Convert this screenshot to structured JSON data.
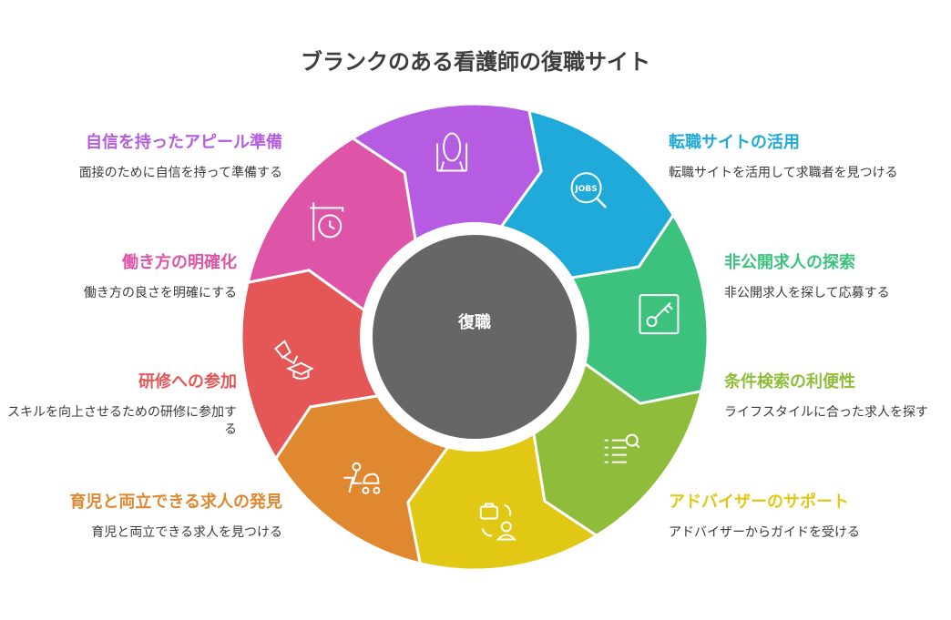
{
  "title": "ブランクのある看護師の復職サイト",
  "center": "復職",
  "segments": [
    {
      "key": "job-site",
      "title": "転職サイトの活用",
      "desc": "転職サイトを活用して求職者を見つける",
      "color": "#1faad9",
      "icon": "jobs-search-icon",
      "side": "right"
    },
    {
      "key": "private-jobs",
      "title": "非公開求人の探索",
      "desc": "非公開求人を探して応募する",
      "color": "#3cc27d",
      "icon": "key-icon",
      "side": "right"
    },
    {
      "key": "conditions",
      "title": "条件検索の利便性",
      "desc": "ライフスタイルに合った求人を探す",
      "color": "#8fbc3a",
      "icon": "filter-list-icon",
      "side": "right"
    },
    {
      "key": "advisor",
      "title": "アドバイザーのサポート",
      "desc": "アドバイザーからガイドを受ける",
      "color": "#e0c814",
      "icon": "briefcase-person-icon",
      "side": "right"
    },
    {
      "key": "childcare",
      "title": "育児と両立できる求人の発見",
      "desc": "育児と両立できる求人を見つける",
      "color": "#e08830",
      "icon": "stroller-person-icon",
      "side": "left"
    },
    {
      "key": "training",
      "title": "研修への参加",
      "desc": "スキルを向上させるための研修に参加する",
      "color": "#e55656",
      "icon": "graduation-cap-icon",
      "side": "left"
    },
    {
      "key": "work-style",
      "title": "働き方の明確化",
      "desc": "働き方の良さを明確にする",
      "color": "#de55a8",
      "icon": "clock-sign-icon",
      "side": "left"
    },
    {
      "key": "appeal",
      "title": "自信を持ったアピール準備",
      "desc": "面接のために自信を持って準備する",
      "color": "#b55ce3",
      "icon": "mirror-icon",
      "side": "left"
    }
  ]
}
